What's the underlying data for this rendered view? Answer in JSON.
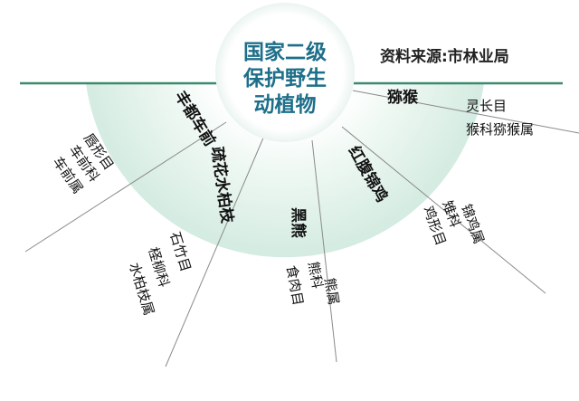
{
  "title": [
    "国家二级",
    "保护野生",
    "动植物"
  ],
  "source": "资料来源:市林业局",
  "species": [
    {
      "name": "丰都车前",
      "classification": [
        "唇形目",
        "车前科",
        "车前属"
      ]
    },
    {
      "name": "疏花水柏枝",
      "classification": [
        "石竹目",
        "柽柳科",
        "水柏枝属"
      ]
    },
    {
      "name": "黑熊",
      "classification": [
        "食肉目",
        "熊科",
        "熊属"
      ]
    },
    {
      "name": "红腹锦鸡",
      "classification": [
        "鸡形目",
        "雉科",
        "锦鸡属"
      ]
    },
    {
      "name": "猕猴",
      "classification": [
        "灵长目",
        "猴科猕猴属"
      ]
    }
  ],
  "colors": {
    "ring": "#d9efe6",
    "ring_inner": "#ecf7f1",
    "line": "#3a8a6e",
    "title": "#1d6f8a",
    "spoke": "#777777"
  }
}
